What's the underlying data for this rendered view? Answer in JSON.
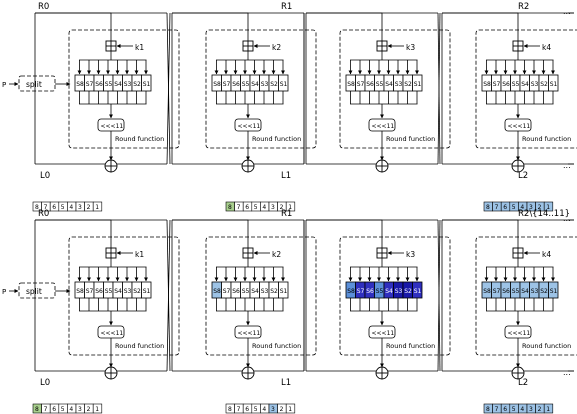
{
  "colors": {
    "green": "#a9d18e",
    "light_blue": "#9dc3e6",
    "mid_blue": "#5b8fd9",
    "dark_blue": "#2f2fbf",
    "deep_blue": "#1818a8",
    "white": "#ffffff"
  },
  "input_label": "P",
  "split_label": "split",
  "round_function_label": "Round function",
  "rotate_label": "<<<11",
  "sbox_labels": [
    "S8",
    "S7",
    "S6",
    "S5",
    "S4",
    "S3",
    "S2",
    "S1"
  ],
  "continuation_label": "...",
  "panels": [
    {
      "name": "top",
      "r_labels": [
        "R0",
        "R1",
        "R2"
      ],
      "l_labels": [
        "L0",
        "L1",
        "L2"
      ],
      "key_labels": [
        "k1",
        "k2",
        "k3",
        "k4"
      ],
      "state_bars": [
        {
          "cells": [
            "8",
            "7",
            "6",
            "5",
            "4",
            "3",
            "2",
            "1"
          ],
          "colors": [
            "white",
            "white",
            "white",
            "white",
            "white",
            "white",
            "white",
            "white"
          ]
        },
        {
          "cells": [
            "8",
            "7",
            "6",
            "5",
            "4",
            "3",
            "2",
            "1"
          ],
          "colors": [
            "green",
            "white",
            "white",
            "white",
            "white",
            "white",
            "white",
            "white"
          ]
        },
        {
          "cells": [
            "8",
            "7",
            "6",
            "5",
            "4",
            "3",
            "2",
            "1"
          ],
          "colors": [
            "light_blue",
            "light_blue",
            "light_blue",
            "light_blue",
            "light_blue",
            "light_blue",
            "light_blue",
            "light_blue"
          ]
        }
      ],
      "sbox_highlight": [
        [
          "white",
          "white",
          "white",
          "white",
          "white",
          "white",
          "white",
          "white"
        ],
        [
          "white",
          "white",
          "white",
          "white",
          "white",
          "white",
          "white",
          "white"
        ],
        [
          "white",
          "white",
          "white",
          "white",
          "white",
          "white",
          "white",
          "white"
        ],
        [
          "white",
          "white",
          "white",
          "white",
          "white",
          "white",
          "white",
          "white"
        ]
      ]
    },
    {
      "name": "bottom",
      "r_labels": [
        "R0",
        "R1",
        "R2\\{14..11}"
      ],
      "l_labels": [
        "L0",
        "L1",
        "L2"
      ],
      "key_labels": [
        "k1",
        "k2",
        "k3",
        "k4"
      ],
      "state_bars": [
        {
          "cells": [
            "8",
            "7",
            "6",
            "5",
            "4",
            "3",
            "2",
            "1"
          ],
          "colors": [
            "green",
            "white",
            "white",
            "white",
            "white",
            "white",
            "white",
            "white"
          ]
        },
        {
          "cells": [
            "8",
            "7",
            "6",
            "5",
            "4",
            "3",
            "2",
            "1"
          ],
          "colors": [
            "white",
            "white",
            "white",
            "white",
            "white",
            "light_blue",
            "white",
            "white"
          ]
        },
        {
          "cells": [
            "8",
            "7",
            "6",
            "5",
            "4",
            "3",
            "2",
            "1"
          ],
          "colors": [
            "light_blue",
            "light_blue",
            "light_blue",
            "light_blue",
            "light_blue",
            "light_blue",
            "light_blue",
            "light_blue"
          ]
        }
      ],
      "sbox_highlight": [
        [
          "white",
          "white",
          "white",
          "white",
          "white",
          "white",
          "white",
          "white"
        ],
        [
          "light_blue",
          "white",
          "white",
          "white",
          "white",
          "white",
          "white",
          "white"
        ],
        [
          "mid_blue",
          "dark_blue",
          "dark_blue",
          "mid_blue",
          "dark_blue",
          "deep_blue",
          "deep_blue",
          "dark_blue"
        ],
        [
          "light_blue",
          "light_blue",
          "light_blue",
          "light_blue",
          "light_blue",
          "light_blue",
          "light_blue",
          "light_blue"
        ]
      ]
    }
  ]
}
